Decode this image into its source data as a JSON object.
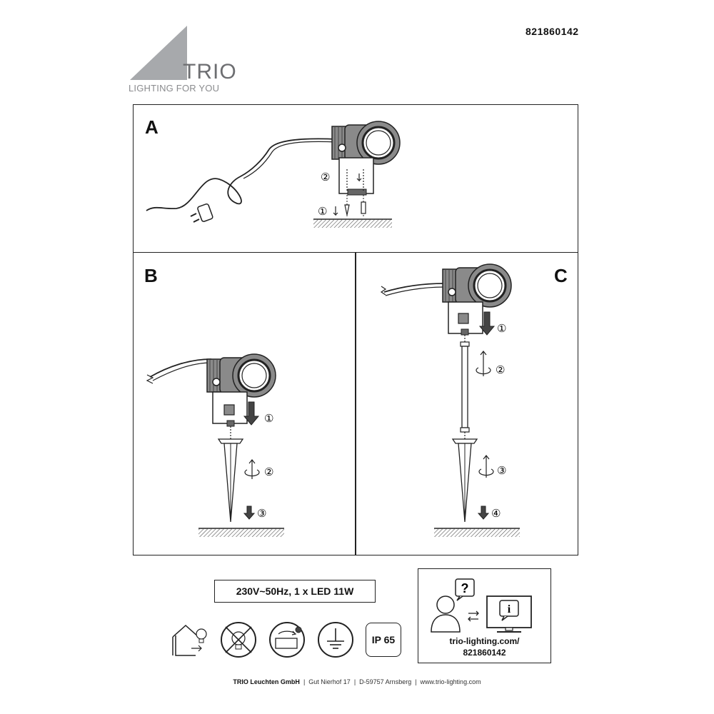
{
  "header": {
    "brand_name": "TRIO",
    "brand_tagline": "LIGHTING FOR YOU",
    "document_number": "821860142"
  },
  "panels": {
    "a": {
      "letter": "A",
      "steps": [
        "①",
        "②"
      ]
    },
    "b": {
      "letter": "B",
      "steps": [
        "①",
        "②",
        "③"
      ]
    },
    "c": {
      "letter": "C",
      "steps": [
        "①",
        "②",
        "③",
        "④"
      ]
    }
  },
  "specs": {
    "rating": "230V~50Hz, 1 x LED 11W",
    "ip_rating": "IP 65"
  },
  "symbols": {
    "icons": [
      "indoor-outdoor-icon",
      "no-dimmer-icon",
      "replaceable-driver-icon",
      "earth-ground-icon",
      "ip-rating-icon"
    ]
  },
  "support": {
    "url": "trio-lighting.com/",
    "number": "821860142",
    "question_mark": "?",
    "info_mark": "i"
  },
  "footer": {
    "company": "TRIO Leuchten GmbH",
    "street": "Gut Nierhof 17",
    "city": "D-59757 Arnsberg",
    "website": "www.trio-lighting.com"
  },
  "colors": {
    "logo_triangle": "#a7a9ac",
    "logo_text": "#6d6e71",
    "line": "#222222",
    "lamp_fill": "#8a8a8a",
    "ground_hatch": "#555555"
  }
}
